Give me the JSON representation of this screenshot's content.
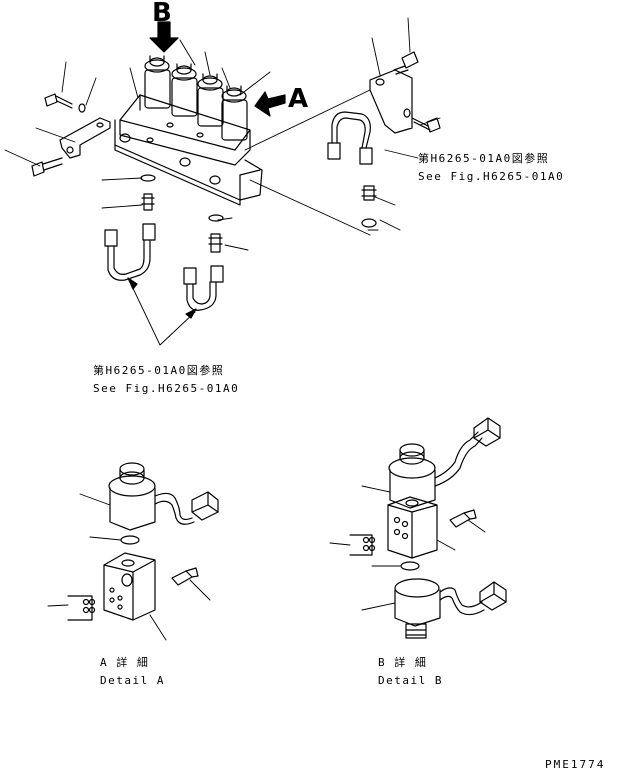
{
  "view_labels": {
    "arrow_a": "A",
    "arrow_b": "B"
  },
  "references": {
    "right_jp": "第H6265-01A0図参照",
    "right_en": "See Fig.H6265-01A0",
    "bottom_jp": "第H6265-01A0図参照",
    "bottom_en": "See Fig.H6265-01A0"
  },
  "details": {
    "a_jp": "A 詳 細",
    "a_en": "Detail A",
    "b_jp": "B 詳 細",
    "b_en": "Detail B"
  },
  "drawing_code": "PME1774"
}
